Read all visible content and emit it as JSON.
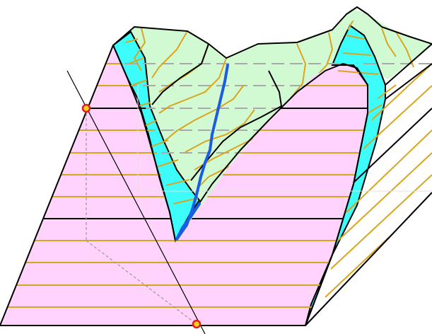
{
  "figure": {
    "kind": "geological block diagram",
    "colors": {
      "front_face": "#ffd3fb",
      "terrain_surface": "#d2fad2",
      "rock_layer": "#3cfcfc",
      "contour_line": "#d9a51f",
      "outline": "#000000",
      "stream": "#1a5ce6",
      "guide_line": "#9a9a9a",
      "marker_fill": "#f4d21c",
      "marker_ring": "#e31b1b"
    },
    "icons": [
      "marker-point-upper",
      "marker-point-lower"
    ]
  }
}
